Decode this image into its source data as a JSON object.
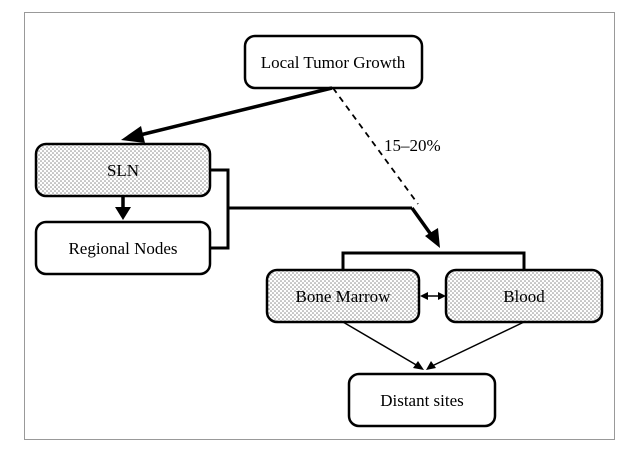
{
  "nodes": {
    "local_tumor_growth": "Local Tumor Growth",
    "sln": "SLN",
    "regional_nodes": "Regional Nodes",
    "bone_marrow": "Bone Marrow",
    "blood": "Blood",
    "distant_sites": "Distant sites"
  },
  "edge_labels": {
    "direct_spread": "15–20%"
  },
  "colors": {
    "stroke": "#000000",
    "dotted_fill_dot": "#8a8a8a",
    "frame": "#999999"
  }
}
